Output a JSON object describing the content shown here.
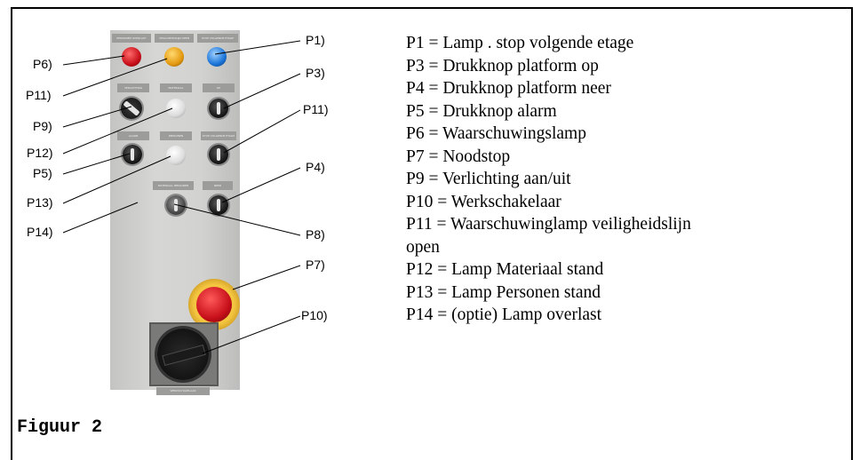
{
  "figure": {
    "caption": "Figuur 2",
    "panel": {
      "plate_labels": [
        "PERSONEN OVERLAST",
        "VEILIGHEIDSLIJN OPEN",
        "STOP VOLGENDE ETAGE",
        "VERLICHTING",
        "MATERIAAL",
        "OP",
        "ALARM",
        "PERSONEN",
        "STOP VOLGENDE ETAGE",
        "MATERIAAL PERSONEN",
        "NEER",
        "WERKSCHAKELAAR"
      ],
      "lamp_colors": {
        "red": "#c8101a",
        "amber": "#e49a10",
        "blue": "#1a74d8",
        "white": "#dcdcdc",
        "estop_ring": "#f3c540"
      }
    },
    "callouts": {
      "p1": "P1)",
      "p3": "P3)",
      "p11_right": "P11)",
      "p4": "P4)",
      "p8": "P8)",
      "p7": "P7)",
      "p10": "P10)",
      "p6": "P6)",
      "p11_left": "P11)",
      "p9": "P9)",
      "p12": "P12)",
      "p5": "P5)",
      "p13": "P13)",
      "p14": "P14)"
    },
    "legend": [
      "P1 = Lamp . stop volgende etage",
      "P3 = Drukknop platform op",
      "P4 = Drukknop platform neer",
      "P5 = Drukknop alarm",
      "P6 = Waarschuwingslamp",
      "P7 = Noodstop",
      "P9 = Verlichting aan/uit",
      "P10 = Werkschakelaar",
      "P11 = Waarschuwinglamp veiligheidslijn",
      "open",
      "P12 = Lamp Materiaal stand",
      "P13 = Lamp Personen stand",
      "P14 = (optie) Lamp overlast"
    ]
  }
}
